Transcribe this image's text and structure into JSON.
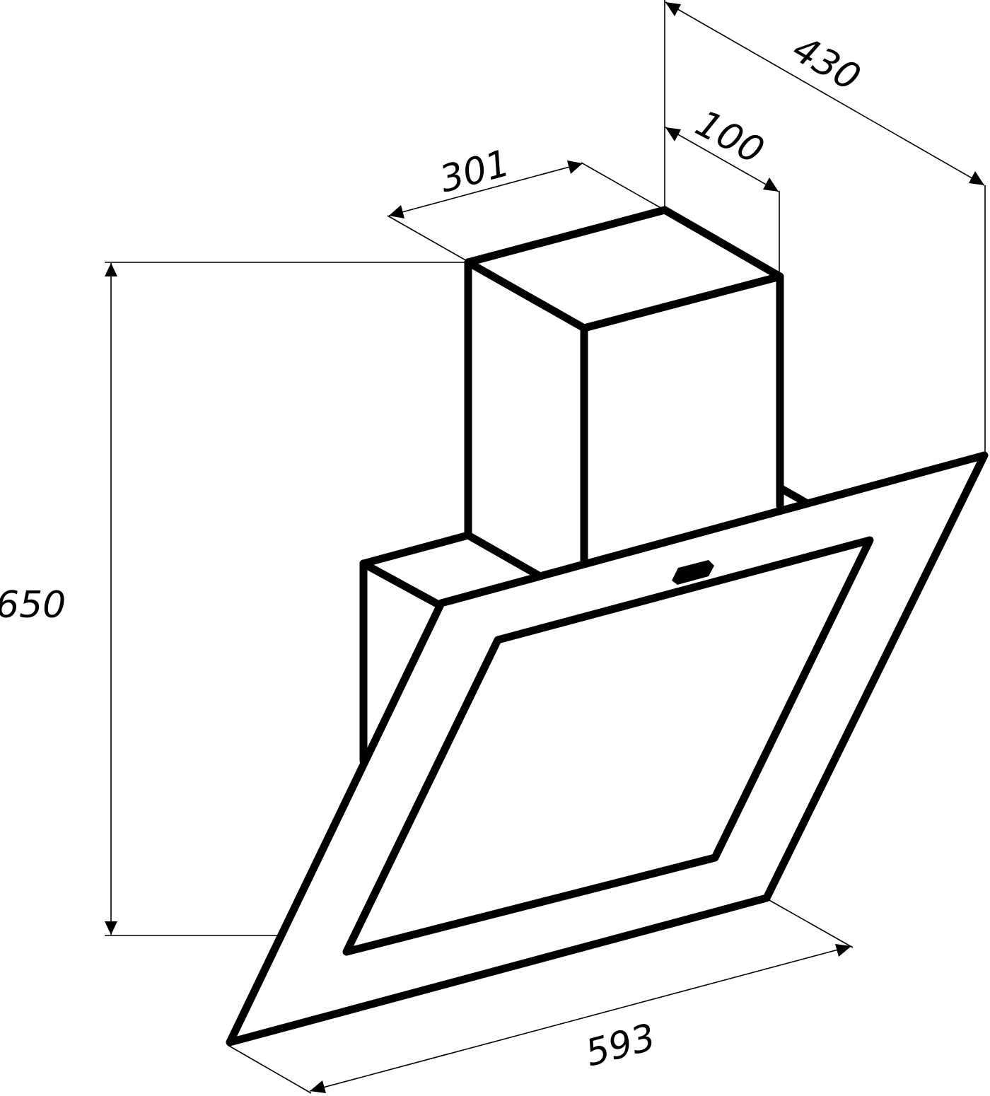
{
  "diagram": {
    "subject": "inclined cooker hood",
    "stroke_color": "#000000",
    "background_color": "#ffffff"
  },
  "dimensions": {
    "total_height": "650",
    "width": "593",
    "chimney_width": "301",
    "chimney_depth": "100",
    "total_depth": "430"
  }
}
